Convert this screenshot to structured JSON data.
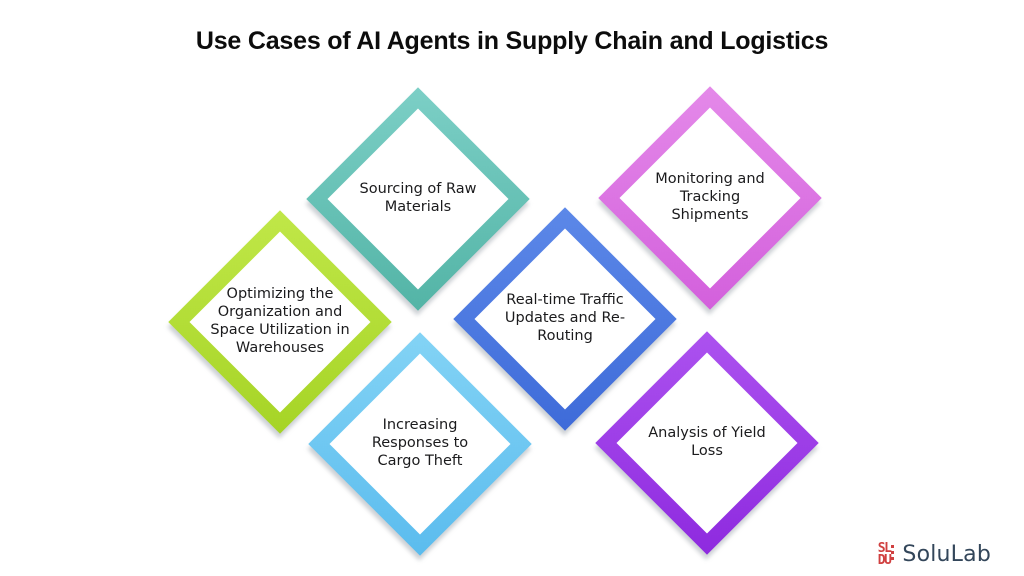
{
  "title": "Use Cases of AI Agents in Supply Chain and Logistics",
  "diamonds": [
    {
      "name": "sourcing-raw-materials",
      "label": "Sourcing of Raw\nMaterials",
      "color": "#66C5BA",
      "color_light": "#7CCFC6",
      "color_dark": "#53B4A6"
    },
    {
      "name": "monitoring-tracking-shipments",
      "label": "Monitoring and\nTracking\nShipments",
      "color": "#DC74E2",
      "color_light": "#E489E9",
      "color_dark": "#D360DC"
    },
    {
      "name": "optimizing-warehouse-space",
      "label": "Optimizing the\nOrganization and\nSpace Utilization in\nWarehouses",
      "color": "#B4DF34",
      "color_light": "#C0E748",
      "color_dark": "#A6D426"
    },
    {
      "name": "real-time-traffic-rerouting",
      "label": "Real-time Traffic\nUpdates and Re-\nRouting",
      "color": "#4B79E1",
      "color_light": "#5C88E8",
      "color_dark": "#3E6BD9"
    },
    {
      "name": "increasing-responses-cargo-theft",
      "label": "Increasing\nResponses to\nCargo Theft",
      "color": "#6FC8F2",
      "color_light": "#83D3F5",
      "color_dark": "#5BBCEE"
    },
    {
      "name": "analysis-of-yield-loss",
      "label": "Analysis of Yield\nLoss",
      "color": "#9D3BE8",
      "color_light": "#AC52EF",
      "color_dark": "#8E2ADF"
    }
  ],
  "logo": {
    "brand": "SoluLab",
    "mark_top": "SL",
    "mark_bottom": "DU",
    "mark_color": "#D04040",
    "text_color": "#33465A"
  }
}
